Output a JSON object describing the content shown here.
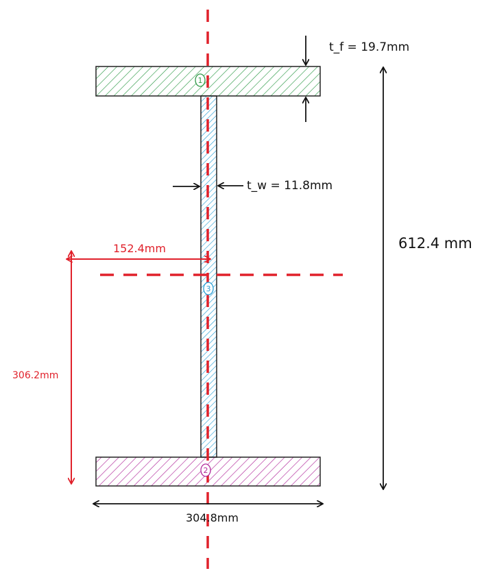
{
  "labels": {
    "flange_thickness": "t_f = 19.7mm",
    "web_thickness": "t_w = 11.8mm",
    "total_height": "612.4 mm",
    "half_width": "152.4mm",
    "half_height": "306.2mm",
    "flange_width": "304.8mm"
  },
  "markers": {
    "top_flange": "1",
    "bottom_flange": "2",
    "web": "3"
  },
  "colors": {
    "top_flange": "#2e9a47",
    "bottom_flange": "#b0289a",
    "web": "#2a9fd6",
    "axis": "#e0202a",
    "outline": "#222222"
  }
}
